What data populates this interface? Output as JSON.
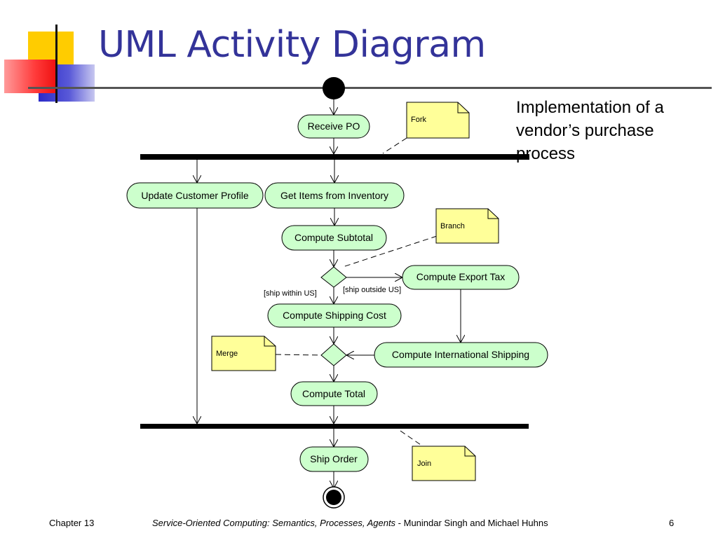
{
  "slide": {
    "title": "UML Activity Diagram",
    "subtitle": "Implementation of a vendor’s purchase process"
  },
  "diagram": {
    "activities": {
      "receive_po": "Receive PO",
      "update_customer_profile": "Update Customer Profile",
      "get_items_from_inventory": "Get Items from Inventory",
      "compute_subtotal": "Compute Subtotal",
      "compute_export_tax": "Compute Export Tax",
      "compute_shipping_cost": "Compute Shipping Cost",
      "compute_international_shipping": "Compute International Shipping",
      "compute_total": "Compute Total",
      "ship_order": "Ship Order"
    },
    "notes": {
      "fork": "Fork",
      "branch": "Branch",
      "merge": "Merge",
      "join": "Join"
    },
    "guards": {
      "ship_within_us": "[ship within US]",
      "ship_outside_us": "[ship outside US]"
    },
    "colors": {
      "activity_fill": "#ccffcc",
      "note_fill": "#ffff99",
      "title": "#333399"
    }
  },
  "footer": {
    "chapter": "Chapter 13",
    "book_title": "Service-Oriented Computing: Semantics, Processes, Agents",
    "authors": " - Munindar Singh and Michael Huhns",
    "page": "6"
  }
}
